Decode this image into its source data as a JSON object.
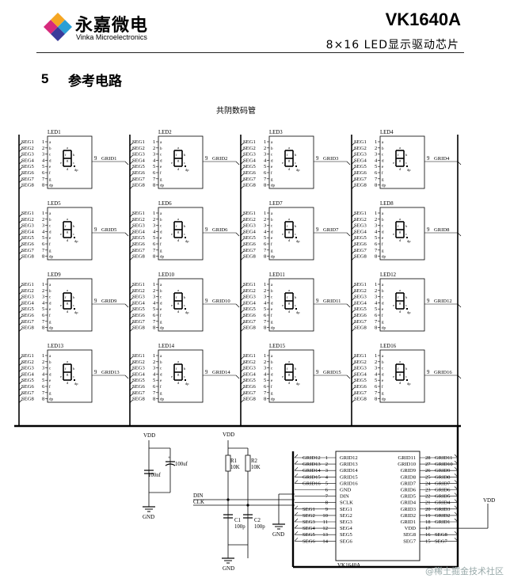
{
  "header": {
    "brand_cn": "永嘉微电",
    "brand_en": "Vinka Microelectronics",
    "model": "VK1640A",
    "subtitle": "8×16  LED显示驱动芯片"
  },
  "section": {
    "number": "5",
    "title": "参考电路"
  },
  "diagram": {
    "title": "共阴数码管",
    "leds": [
      "LED1",
      "LED2",
      "LED3",
      "LED4",
      "LED5",
      "LED6",
      "LED7",
      "LED8",
      "LED9",
      "LED10",
      "LED11",
      "LED12",
      "LED13",
      "LED14",
      "LED15",
      "LED16"
    ],
    "led_pins": [
      "SEG1",
      "SEG2",
      "SEG3",
      "SEG4",
      "SEG5",
      "SEG6",
      "SEG7",
      "SEG8"
    ],
    "led_pin_numbers": [
      "1",
      "2",
      "3",
      "4",
      "5",
      "6",
      "7",
      "8"
    ],
    "seg_letters": [
      "a",
      "b",
      "c",
      "d",
      "e",
      "f",
      "g",
      "dp"
    ],
    "grid_pin_number": "9",
    "grids": [
      "GRID1",
      "GRID2",
      "GRID3",
      "GRID4",
      "GRID5",
      "GRID6",
      "GRID7",
      "GRID8",
      "GRID9",
      "GRID10",
      "GRID11",
      "GRID12",
      "GRID13",
      "GRID14",
      "GRID15",
      "GRID16"
    ],
    "vdd": "VDD",
    "gnd": "GND",
    "c_100nf": "100nf",
    "c_100uf": "100uf",
    "r1": "R1",
    "r1_val": "10K",
    "r2": "R2",
    "r2_val": "10K",
    "c1": "C1",
    "c1_val": "100p",
    "c2": "C2",
    "c2_val": "100p",
    "din": "DIN",
    "clk": "CLK",
    "chip_name": "VK1640A",
    "chip_left": [
      {
        "ext": "GRID12",
        "num": "1",
        "pin": "GRID12"
      },
      {
        "ext": "GRID13",
        "num": "2",
        "pin": "GRID13"
      },
      {
        "ext": "GRID14",
        "num": "3",
        "pin": "GRID14"
      },
      {
        "ext": "GRID15",
        "num": "4",
        "pin": "GRID15"
      },
      {
        "ext": "GRID16",
        "num": "5",
        "pin": "GRID16"
      },
      {
        "ext": "",
        "num": "6",
        "pin": "GND"
      },
      {
        "ext": "",
        "num": "7",
        "pin": "DIN"
      },
      {
        "ext": "",
        "num": "8",
        "pin": "SCLK"
      },
      {
        "ext": "SEG1",
        "num": "9",
        "pin": "SEG1"
      },
      {
        "ext": "SEG2",
        "num": "10",
        "pin": "SEG2"
      },
      {
        "ext": "SEG3",
        "num": "11",
        "pin": "SEG3"
      },
      {
        "ext": "SEG4",
        "num": "12",
        "pin": "SEG4"
      },
      {
        "ext": "SEG5",
        "num": "13",
        "pin": "SEG5"
      },
      {
        "ext": "SEG6",
        "num": "14",
        "pin": "SEG6"
      }
    ],
    "chip_right": [
      {
        "pin": "GRID11",
        "num": "28",
        "ext": "GRID11"
      },
      {
        "pin": "GRID10",
        "num": "27",
        "ext": "GRID10"
      },
      {
        "pin": "GRID9",
        "num": "26",
        "ext": "GRID9"
      },
      {
        "pin": "GRID8",
        "num": "25",
        "ext": "GRID8"
      },
      {
        "pin": "GRID7",
        "num": "24",
        "ext": "GRID7"
      },
      {
        "pin": "GRID6",
        "num": "23",
        "ext": "GRID6"
      },
      {
        "pin": "GRID5",
        "num": "22",
        "ext": "GRID5"
      },
      {
        "pin": "GRID4",
        "num": "21",
        "ext": "GRID4"
      },
      {
        "pin": "GRID3",
        "num": "20",
        "ext": "GRID3"
      },
      {
        "pin": "GRID2",
        "num": "19",
        "ext": "GRID2"
      },
      {
        "pin": "GRID1",
        "num": "18",
        "ext": "GRID1"
      },
      {
        "pin": "VDD",
        "num": "17",
        "ext": ""
      },
      {
        "pin": "SEG8",
        "num": "16",
        "ext": "SEG8"
      },
      {
        "pin": "SEG7",
        "num": "15",
        "ext": "SEG7"
      }
    ],
    "vdd_right": "VDD"
  },
  "watermark": "@稀土掘金技术社区"
}
